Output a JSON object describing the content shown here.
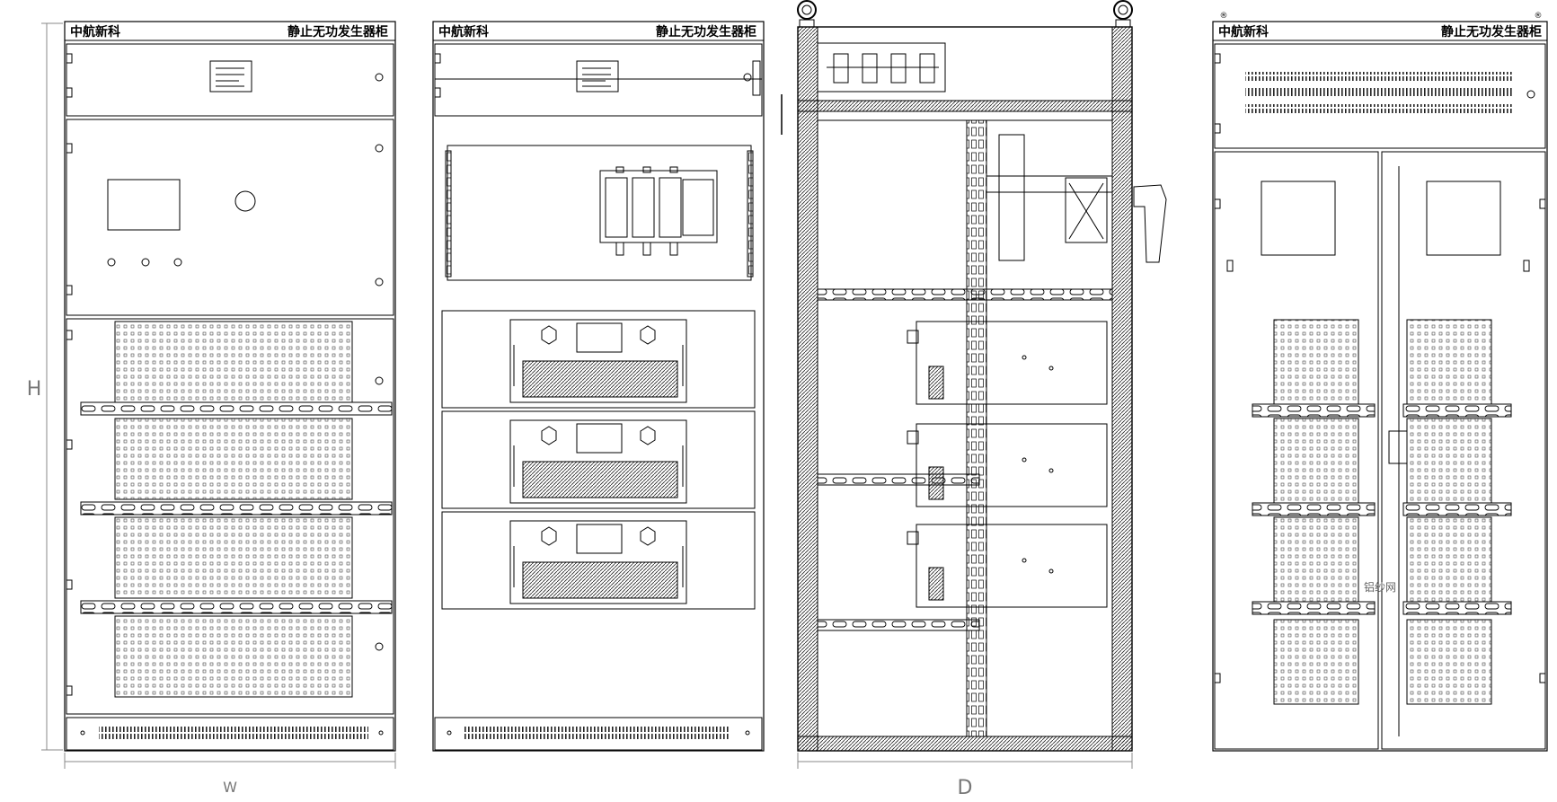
{
  "views": {
    "front": {
      "brand": "中航新科",
      "title": "静止无功发生器柜",
      "dim_height": "H",
      "dim_width": "W"
    },
    "inner": {
      "brand": "中航新科",
      "title": "静止无功发生器柜"
    },
    "side": {
      "dim_depth": "D"
    },
    "back": {
      "brand": "中航新科",
      "title": "静止无功发生器柜",
      "registered_mark": "®",
      "mesh_label": "铝纱网"
    }
  },
  "colors": {
    "line": "#000000",
    "dim": "#777777",
    "mesh": "#555555"
  }
}
